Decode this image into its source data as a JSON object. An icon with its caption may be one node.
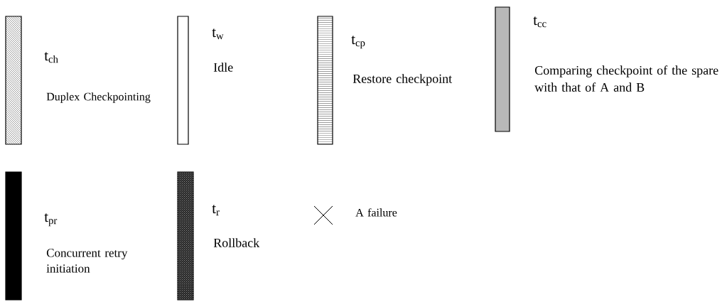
{
  "diagram": {
    "labels": [
      "t$_{ch}$",
      "t$_{w}$",
      "t$_{cp}$",
      "t$_{cc}$",
      "t$_{pr}$",
      "t$_{r}$"
    ],
    "legend": [
      {
        "text": "Duplex Checkpointing"
      },
      {
        "text": "Idle"
      },
      {
        "text": "Restore checkpoint"
      },
      {
        "text": "Comparing checkpoint of the spare with that of A and B"
      },
      {
        "text": "Concurrent retry initiation"
      },
      {
        "text": "Rollback"
      },
      {
        "text": "A failure"
      }
    ]
  }
}
